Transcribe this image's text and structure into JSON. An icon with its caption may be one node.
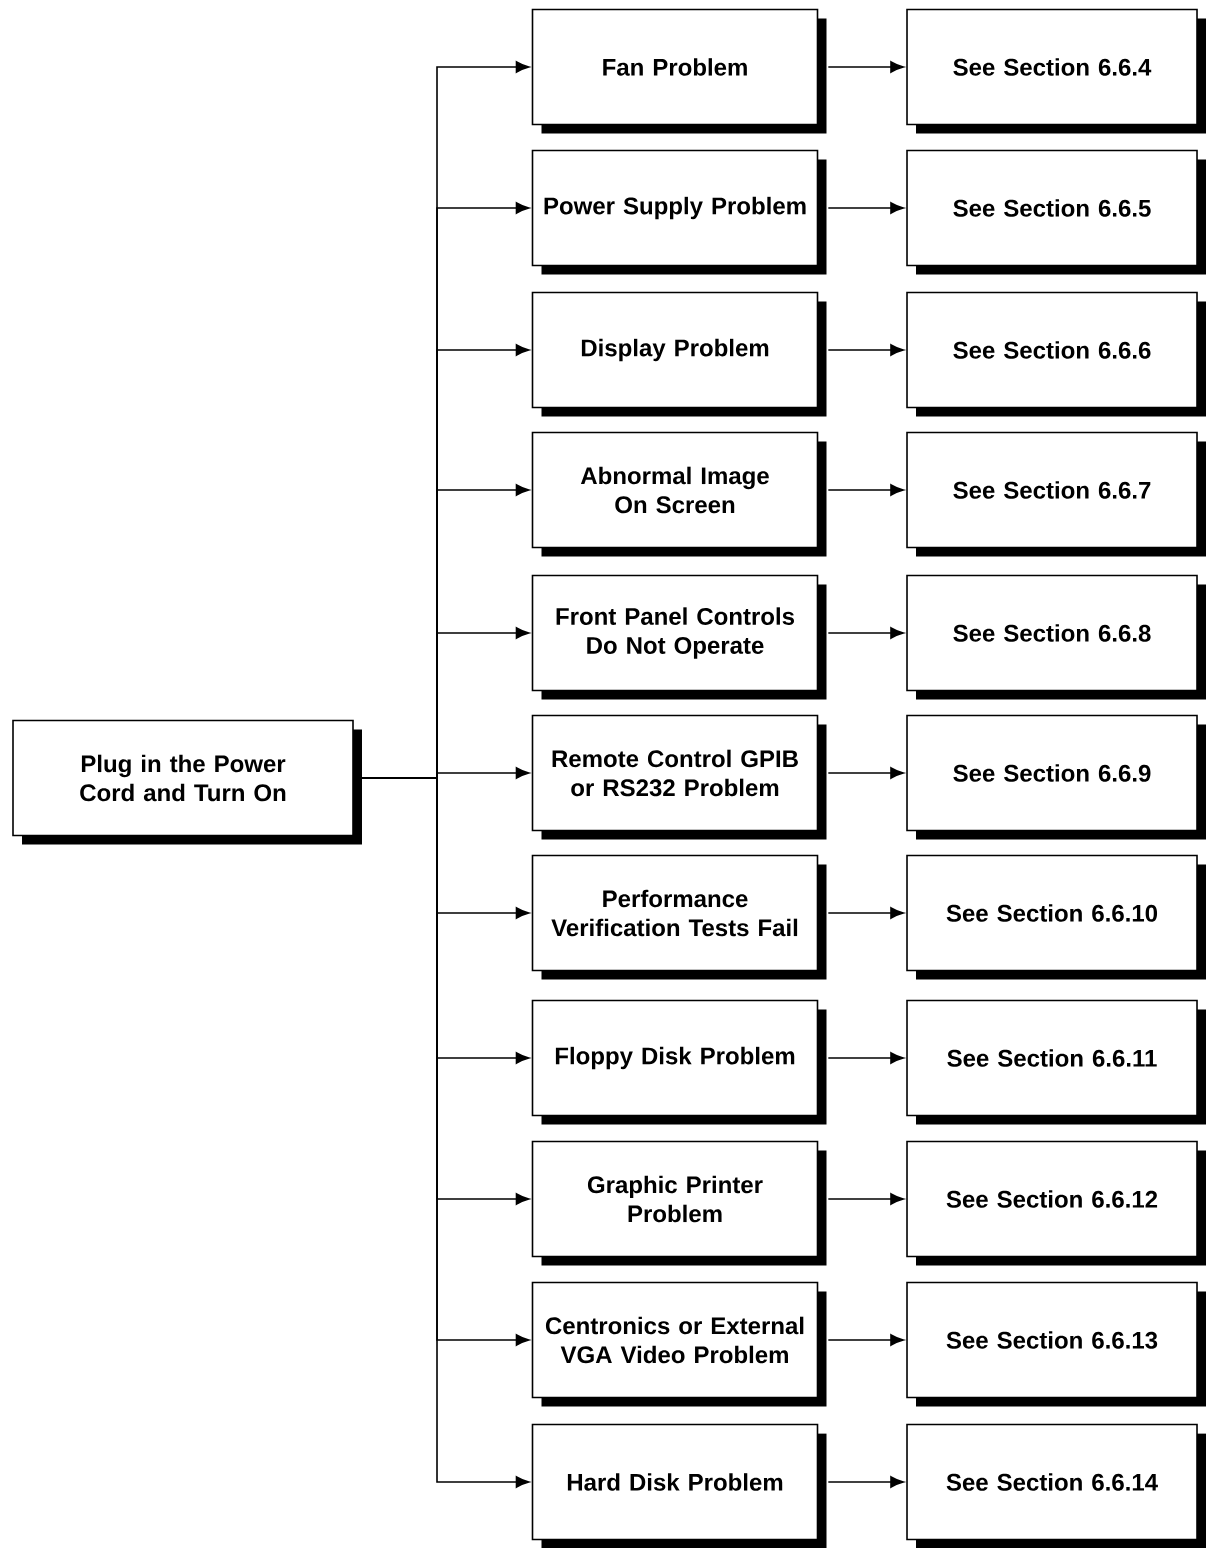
{
  "diagram": {
    "nodes": [
      {
        "text": [
          "Plug in the Power Cord and Turn On"
        ]
      },
      {
        "text": [
          "Fan Problem"
        ]
      },
      {
        "text": [
          "See Section 6.6.4"
        ]
      },
      {
        "text": [
          "Power Supply Problem"
        ]
      },
      {
        "text": [
          "See Section 6.6.5"
        ]
      },
      {
        "text": [
          "Display Problem"
        ]
      },
      {
        "text": [
          "See Section 6.6.6"
        ]
      },
      {
        "text": [
          "Abnormal Image On Screen"
        ]
      },
      {
        "text": [
          "See Section 6.6.7"
        ]
      },
      {
        "text": [
          "Front Panel Controls Do Not Operate"
        ]
      },
      {
        "text": [
          "See Section 6.6.8"
        ]
      },
      {
        "text": [
          "Remote Control GPIB or RS232 Problem"
        ]
      },
      {
        "text": [
          "See Section 6.6.9"
        ]
      },
      {
        "text": [
          "Performance Verification Tests Fail"
        ]
      },
      {
        "text": [
          "See Section 6.6.10"
        ]
      },
      {
        "text": [
          "Floppy Disk Problem"
        ]
      },
      {
        "text": [
          "See Section 6.6.11"
        ]
      },
      {
        "text": [
          "Graphic Printer Problem"
        ]
      },
      {
        "text": [
          "See Section 6.6.12"
        ]
      },
      {
        "text": [
          "Centronics or External VGA Video Problem"
        ]
      },
      {
        "text": [
          "See Section 6.6.13"
        ]
      },
      {
        "text": [
          "Hard Disk Problem"
        ]
      },
      {
        "text": [
          "See Section 6.6.14"
        ]
      }
    ],
    "edges": [
      {
        "from": 0,
        "to": 1,
        "arrow": "to"
      },
      {
        "from": 1,
        "to": 2,
        "arrow": "to"
      },
      {
        "from": 0,
        "to": 3,
        "arrow": "to"
      },
      {
        "from": 3,
        "to": 4,
        "arrow": "to"
      },
      {
        "from": 0,
        "to": 5,
        "arrow": "to"
      },
      {
        "from": 5,
        "to": 6,
        "arrow": "to"
      },
      {
        "from": 0,
        "to": 7,
        "arrow": "to"
      },
      {
        "from": 7,
        "to": 8,
        "arrow": "to"
      },
      {
        "from": 0,
        "to": 9,
        "arrow": "to"
      },
      {
        "from": 9,
        "to": 10,
        "arrow": "to"
      },
      {
        "from": 0,
        "to": 11,
        "arrow": "to"
      },
      {
        "from": 11,
        "to": 12,
        "arrow": "to"
      },
      {
        "from": 0,
        "to": 13,
        "arrow": "to"
      },
      {
        "from": 13,
        "to": 14,
        "arrow": "to"
      },
      {
        "from": 0,
        "to": 15,
        "arrow": "to"
      },
      {
        "from": 15,
        "to": 16,
        "arrow": "to"
      },
      {
        "from": 0,
        "to": 17,
        "arrow": "to"
      },
      {
        "from": 17,
        "to": 18,
        "arrow": "to"
      },
      {
        "from": 0,
        "to": 19,
        "arrow": "to"
      },
      {
        "from": 19,
        "to": 20,
        "arrow": "to"
      },
      {
        "from": 0,
        "to": 21,
        "arrow": "to"
      },
      {
        "from": 21,
        "to": 22,
        "arrow": "to"
      }
    ]
  }
}
